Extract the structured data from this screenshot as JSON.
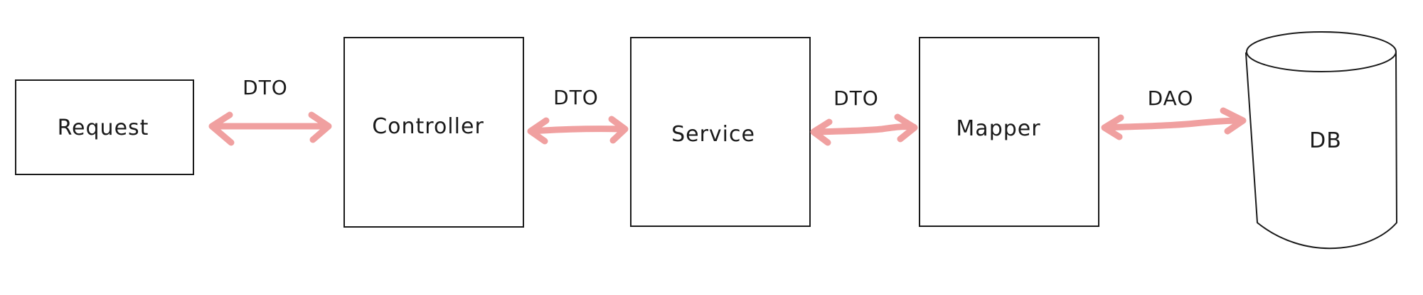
{
  "nodes": {
    "request": "Request",
    "controller": "Controller",
    "service": "Service",
    "mapper": "Mapper",
    "db": "DB"
  },
  "edges": {
    "request_controller": "DTO",
    "controller_service": "DTO",
    "service_mapper": "DTO",
    "mapper_db": "DAO"
  },
  "colors": {
    "arrow": "#f0a0a0",
    "stroke": "#1a1a1a"
  }
}
